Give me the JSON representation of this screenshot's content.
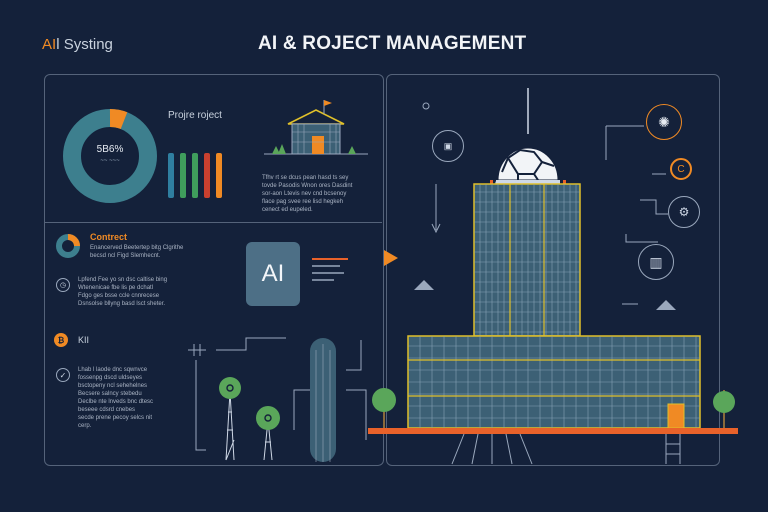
{
  "header": {
    "brand_prefix": "AI",
    "brand_suffix": "l Systing",
    "title": "AI & ROJECT MANAGEMENT"
  },
  "dashboard": {
    "donut_value": "5B6%",
    "donut_sub": "~~ ~~~",
    "chart_title": "Projre roject",
    "bars": [
      {
        "color": "#2f7fa0",
        "level": 0.78
      },
      {
        "color": "#3f9d5c",
        "level": 0.78
      },
      {
        "color": "#3f9d5c",
        "level": 0.78
      },
      {
        "color": "#c9402f",
        "level": 0.78
      },
      {
        "color": "#f08a24",
        "level": 0.78
      }
    ],
    "text_block": "Tfhv rt se dcus pean hasd ts sey\ntovde Pasodis Wnon ores Dasdint\nsor-aon Ltevis nev cnd bcsenoy\nflace pag svee ree lisd hegkeh\ncenect ed eupeled."
  },
  "sections": {
    "connect_label": "Contrect",
    "connect_text": "Enancerved Beetertep bitg Clgrithe\nbecsd ncl Figd Slemhecnt.",
    "item1_text": "Lpfend Fee yo sn dsc caltise bing\nWtenenicae fbe lis pe dchatl\nFdgo ges bsse ccle cnnrecese\nDsnsolse bllyng basd lsct sheter.",
    "ai_label": "AI",
    "item2_label": "KII",
    "item2_text": "Lhab l laode dnc sqwnvce\nfossenpg dscd uldseyes\nbsctopeny ncl sehehelnes\nBecsere salncy stebedu\nDeclbe nte lnveds bnc dtesc\nbeseee cdsrd cnebes\nsecde prene pecoy selcs nit\ncerp."
  },
  "colors": {
    "background": "#14213a",
    "accent": "#f08a24",
    "teal": "#3d7f8e",
    "building": "#3c6075",
    "building_line": "#e0c02a",
    "ground": "#e8622a",
    "tree": "#5aa65a"
  },
  "icons": {
    "chip": "chip-icon",
    "chart": "chart-icon",
    "orange_circle": "c-badge-icon",
    "flag": "flag-icon"
  },
  "building": {
    "badge_text": "C"
  }
}
